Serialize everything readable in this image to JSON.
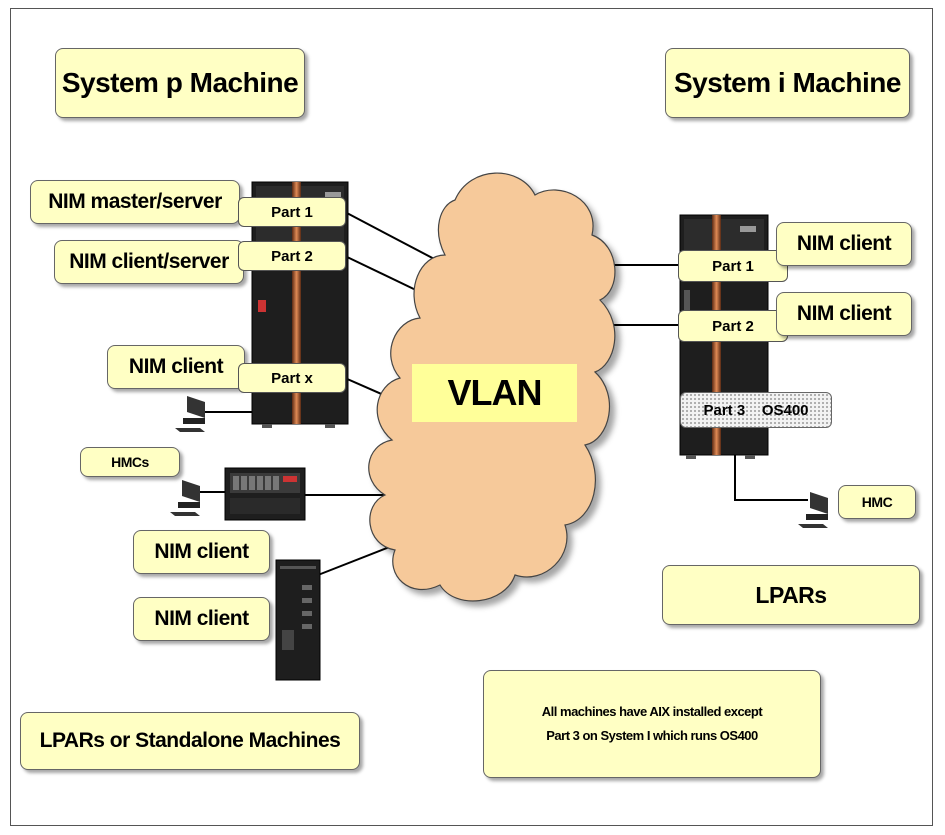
{
  "headings": {
    "system_p": "System p Machine",
    "system_i": "System i Machine",
    "lpars_standalone": "LPARs or Standalone Machines",
    "lpars": "LPARs"
  },
  "network": {
    "vlan": "VLAN"
  },
  "system_p": {
    "roles": [
      "NIM master/server",
      "NIM client/server",
      "NIM client"
    ],
    "partitions": [
      "Part 1",
      "Part 2",
      "Part x"
    ],
    "hmc": "HMCs"
  },
  "standalone": {
    "roles": [
      "NIM client",
      "NIM client"
    ]
  },
  "system_i": {
    "roles": [
      "NIM client",
      "NIM client"
    ],
    "partitions": [
      "Part 1",
      "Part 2"
    ],
    "os_partition": "Part 3    OS400",
    "hmc": "HMC"
  },
  "note": {
    "line1": "All machines have AIX installed except",
    "line2": "Part 3 on System I which runs OS400"
  },
  "colors": {
    "label_fill": "#ffffc4",
    "cloud_fill": "#f6c99a",
    "vlan_fill": "#ffff99",
    "server_body": "#1a1a1a",
    "server_stripe": "#c26a3a"
  }
}
